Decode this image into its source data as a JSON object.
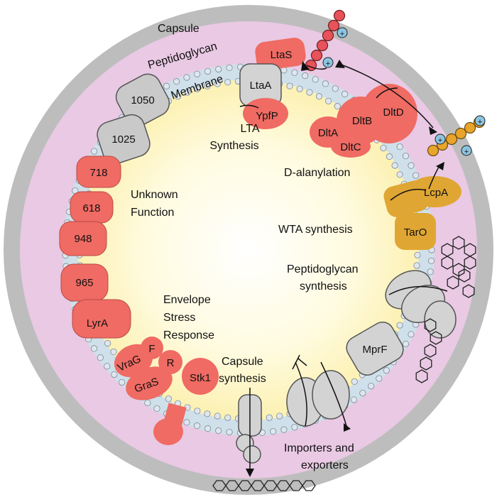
{
  "layers": {
    "capsule": "Capsule",
    "peptidoglycan": "Peptidoglycan",
    "membrane": "Membrane"
  },
  "proteins": {
    "ltas": "LtaS",
    "ltaa": "LtaA",
    "ypfp": "YpfP",
    "p1050": "1050",
    "p1025": "1025",
    "p718": "718",
    "p618": "618",
    "p948": "948",
    "p965": "965",
    "lyra": "LyrA",
    "vrag": "VraG",
    "f": "F",
    "r": "R",
    "gras": "GraS",
    "stk1": "Stk1",
    "dltb": "DltB",
    "dltd": "DltD",
    "dlta": "DltA",
    "dltc": "DltC",
    "lcpa": "LcpA",
    "taro": "TarO",
    "mprf": "MprF"
  },
  "labels": {
    "lta_1": "LTA",
    "lta_2": "Synthesis",
    "unknown_1": "Unknown",
    "unknown_2": "Function",
    "dalanylation": "D-alanylation",
    "wta": "WTA synthesis",
    "pg_1": "Peptidoglycan",
    "pg_2": "synthesis",
    "env_1": "Envelope",
    "env_2": "Stress",
    "env_3": "Response",
    "caps_1": "Capsule",
    "caps_2": "synthesis",
    "imp_1": "Importers and",
    "imp_2": "exporters"
  },
  "colors": {
    "capsule": "#bdbdbd",
    "periplasm": "#e9c9e4",
    "cytoplasm": "#fff6c6",
    "bead": "#dfe6ee",
    "red_protein": "#ef6b63",
    "orange_protein": "#e0a633",
    "gray_protein": "#c9c9c9",
    "chain_red": "#e8525a",
    "chain_orange": "#e8a52c"
  },
  "symbols": {
    "plus": "+"
  }
}
